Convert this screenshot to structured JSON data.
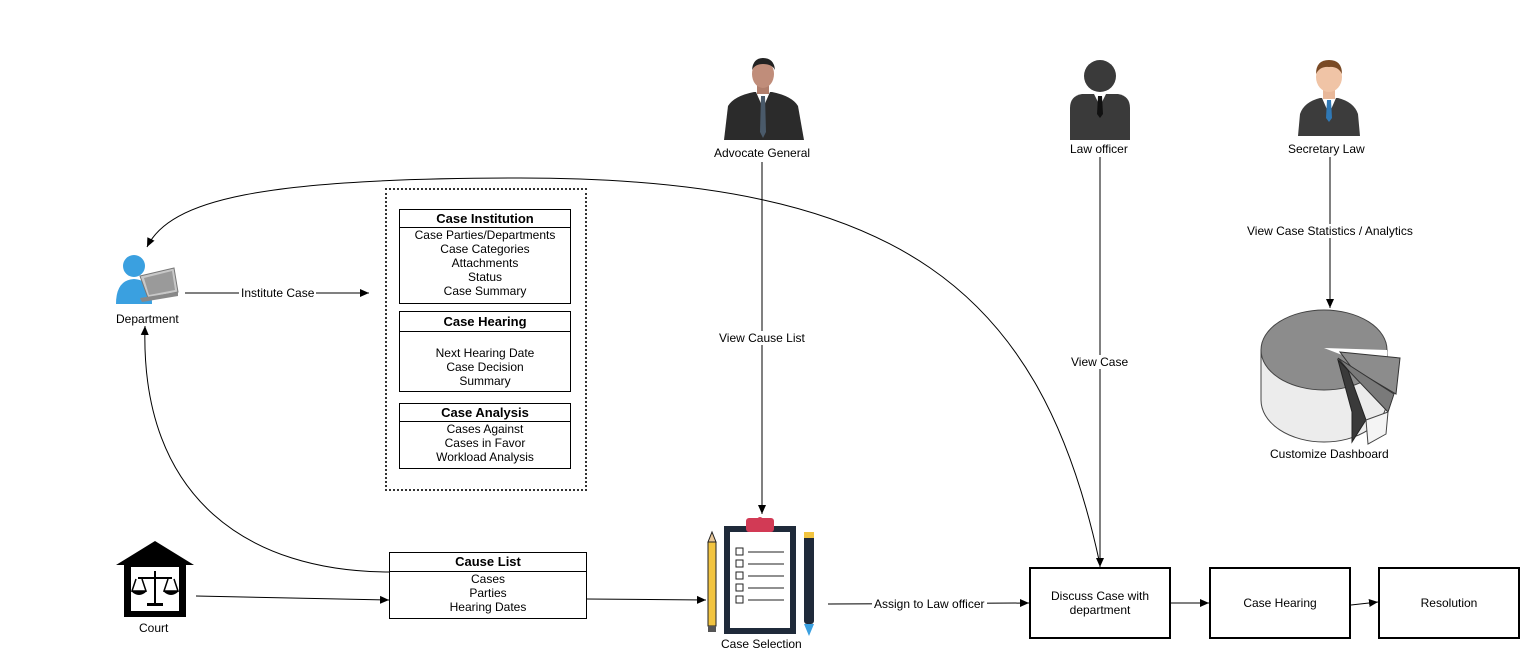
{
  "actors": {
    "advocate_general": "Advocate General",
    "law_officer": "Law officer",
    "secretary_law": "Secretary Law",
    "department": "Department",
    "court": "Court"
  },
  "edges": {
    "institute_case": "Institute Case",
    "view_cause_list": "View Cause List",
    "view_case": "View Case",
    "view_statistics": "View Case Statistics / Analytics",
    "assign": "Assign to Law officer"
  },
  "case_institution": {
    "title": "Case Institution",
    "items": [
      "Case Parties/Departments",
      "Case Categories",
      "Attachments",
      "Status",
      "Case Summary"
    ]
  },
  "case_hearing_card": {
    "title": "Case Hearing",
    "items": [
      "Next Hearing Date",
      "Case Decision",
      "Summary"
    ]
  },
  "case_analysis": {
    "title": "Case Analysis",
    "items": [
      "Cases Against",
      "Cases in Favor",
      "Workload Analysis"
    ]
  },
  "cause_list": {
    "title": "Cause List",
    "items": [
      "Cases",
      "Parties",
      "Hearing Dates"
    ]
  },
  "nodes": {
    "case_selection": "Case Selection",
    "customize_dashboard": "Customize Dashboard",
    "discuss_case": "Discuss Case with department",
    "case_hearing": "Case Hearing",
    "resolution": "Resolution"
  }
}
